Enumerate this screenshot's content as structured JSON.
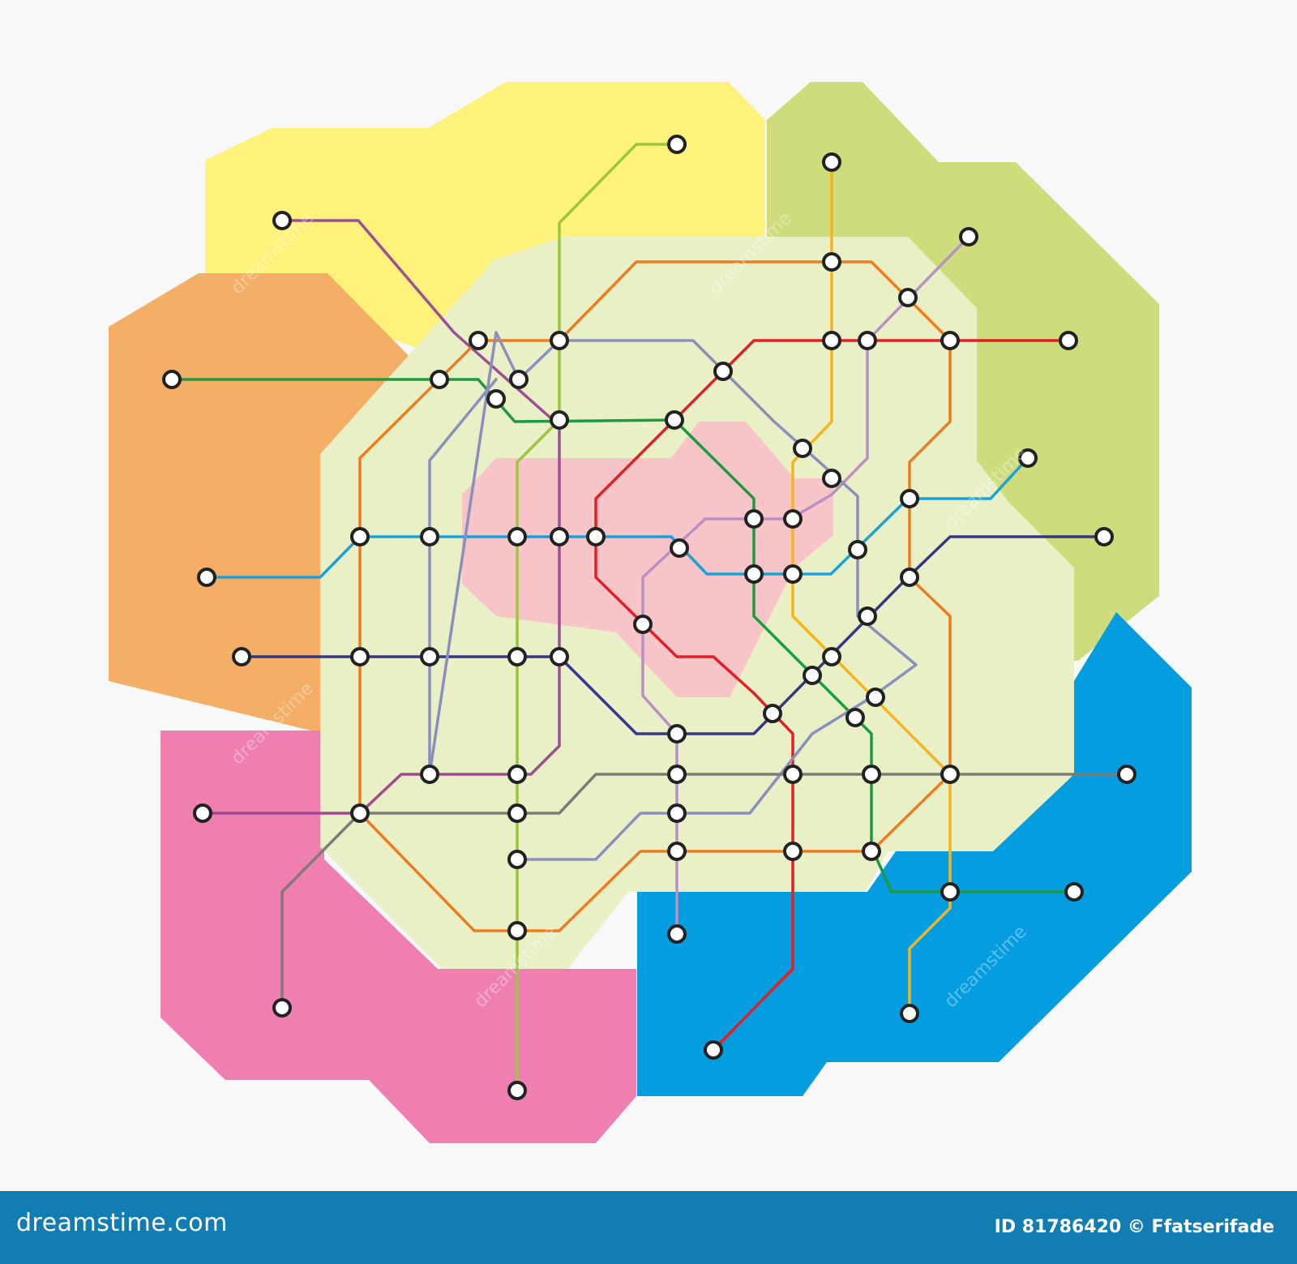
{
  "colors": {
    "zone_yellow": "#fff27a",
    "zone_green": "#cfdc7c",
    "zone_orange": "#f4ae66",
    "zone_pink": "#ee7fb0",
    "zone_blue": "#049ddf",
    "zone_center": "#eaf0c6",
    "zone_core": "#f7c4c8",
    "footer": "#127db3"
  },
  "lines": [
    {
      "id": "lime",
      "color": "#9cc63b"
    },
    {
      "id": "purple",
      "color": "#9b4f96"
    },
    {
      "id": "green",
      "color": "#1c9a3f"
    },
    {
      "id": "cyan",
      "color": "#1aa1d9"
    },
    {
      "id": "navy",
      "color": "#343785"
    },
    {
      "id": "magenta",
      "color": "#a3488f"
    },
    {
      "id": "orange",
      "color": "#ec7d1f"
    },
    {
      "id": "yellow",
      "color": "#f6b419"
    },
    {
      "id": "red",
      "color": "#e31e24"
    },
    {
      "id": "lavender",
      "color": "#b98fc4"
    },
    {
      "id": "slate",
      "color": "#8b8fbe"
    },
    {
      "id": "gray",
      "color": "#7d7b75"
    }
  ],
  "footer": {
    "logo": "dreamstime.com",
    "credit": "ID 81786420 © Ffatserifade"
  }
}
